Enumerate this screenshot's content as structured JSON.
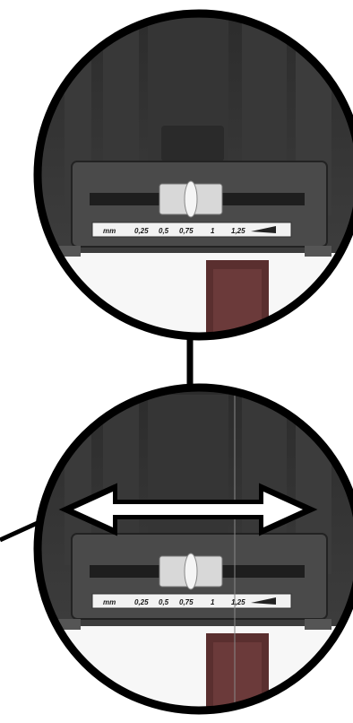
{
  "illustration": {
    "panels": [
      {
        "id": "top",
        "description_visible": "slider at center",
        "scale_labels": [
          "mm",
          "0,25",
          "0,5",
          "0,75",
          "1",
          "1,25"
        ],
        "arrow": false
      },
      {
        "id": "bottom",
        "scale_labels": [
          "mm",
          "0,25",
          "0,5",
          "0,75",
          "1",
          "1,25"
        ],
        "arrow": true,
        "arrow_icon": "double-headed-arrow-icon"
      }
    ],
    "colors": {
      "outline": "#000000",
      "device_dark": "#3a3a3a",
      "device_mid": "#5a5a5a",
      "slider": "#d8d8d8",
      "scale_strip": "#f2f2f2",
      "paper": "#5a2f2f"
    }
  }
}
